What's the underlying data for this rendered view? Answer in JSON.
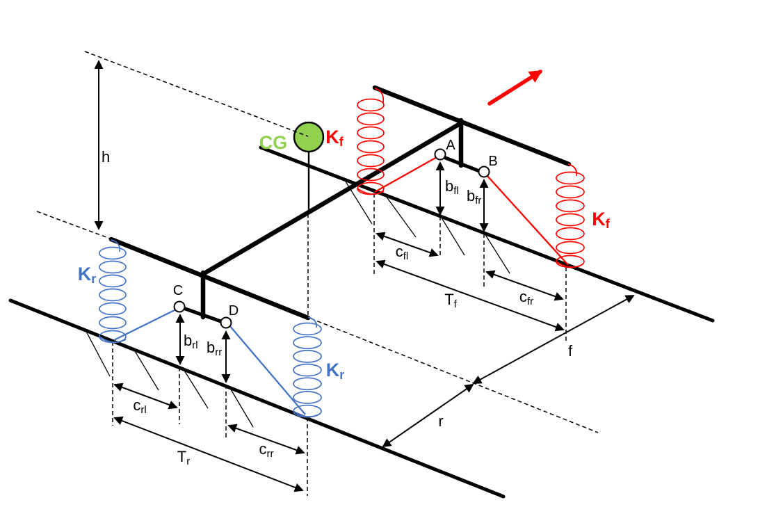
{
  "colors": {
    "red": "#FF0000",
    "blue": "#4472C4",
    "green": "#92D050",
    "black": "#000000"
  },
  "labels": {
    "h": "h",
    "cg": "CG",
    "kf": {
      "base": "K",
      "sub": "f"
    },
    "kr": {
      "base": "K",
      "sub": "r"
    },
    "a": "A",
    "b": "B",
    "c": "C",
    "d": "D",
    "bfl": {
      "base": "b",
      "sub": "fl"
    },
    "bfr": {
      "base": "b",
      "sub": "fr"
    },
    "brl": {
      "base": "b",
      "sub": "rl"
    },
    "brr": {
      "base": "b",
      "sub": "rr"
    },
    "cfl": {
      "base": "c",
      "sub": "fl"
    },
    "cfr": {
      "base": "c",
      "sub": "fr"
    },
    "crl": {
      "base": "c",
      "sub": "rl"
    },
    "crr": {
      "base": "c",
      "sub": "rr"
    },
    "tf": {
      "base": "T",
      "sub": "f"
    },
    "tr": {
      "base": "T",
      "sub": "r"
    },
    "f": "f",
    "r": "r"
  }
}
